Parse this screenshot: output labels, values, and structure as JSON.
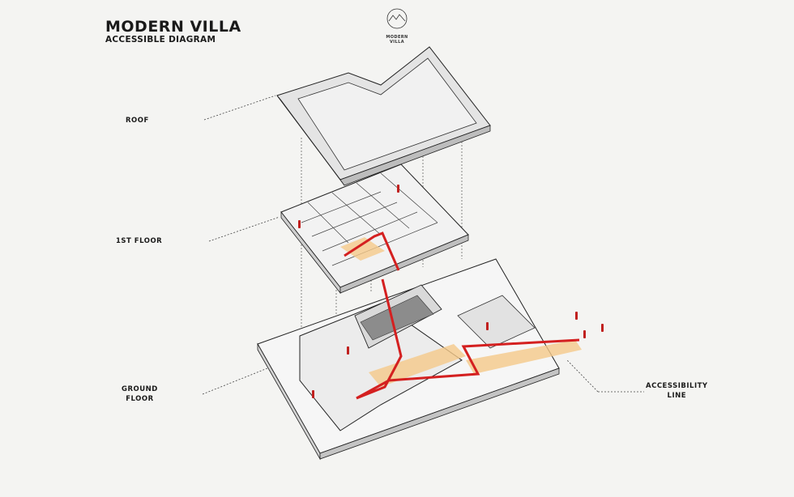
{
  "header": {
    "title": "MODERN VILLA",
    "subtitle": "ACCESSIBLE DIAGRAM"
  },
  "logo": {
    "icon": "villa-sketch-logo-icon",
    "line1": "MODERN",
    "line2": "VILLA"
  },
  "labels": {
    "roof": "ROOF",
    "first_floor": "1ST FLOOR",
    "ground_floor_line1": "GROUND",
    "ground_floor_line2": "FLOOR",
    "accessibility_line1": "ACCESSIBILITY",
    "accessibility_line2": "LINE"
  },
  "colors": {
    "accessibility_line": "#d42020",
    "path_highlight": "#f5c98a",
    "people": "#c0201e",
    "linework": "#222222"
  }
}
